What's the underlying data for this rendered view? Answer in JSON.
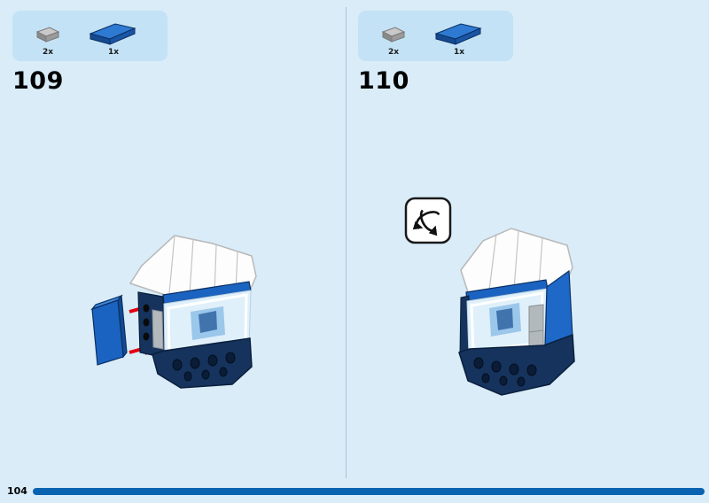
{
  "page": {
    "number": "104"
  },
  "colors": {
    "page-bg": "#d9ecf8",
    "callout-bg": "#c3e2f5",
    "divider": "#a9c6d8",
    "progress": "#0a63b0",
    "lego-blue": "#1b63c0",
    "lego-navy": "#16335d",
    "lego-gray": "#b3b8bd",
    "arrow-red": "#e3000f",
    "text": "#1a1a1a"
  },
  "steps": [
    {
      "number": "109",
      "parts": [
        {
          "icon": "gray-slope-brick-icon",
          "count": "2x"
        },
        {
          "icon": "blue-slope-brick-icon",
          "count": "1x"
        }
      ]
    },
    {
      "number": "110",
      "parts": [
        {
          "icon": "gray-slope-brick-icon",
          "count": "2x"
        },
        {
          "icon": "blue-slope-brick-icon",
          "count": "1x"
        }
      ],
      "icons": {
        "rotate": "rotate-model-icon"
      }
    }
  ]
}
